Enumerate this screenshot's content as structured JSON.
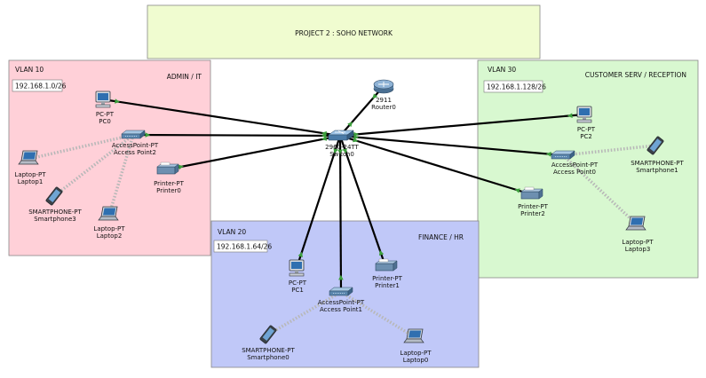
{
  "title": "PROJECT 2 : SOHO NETWORK",
  "areas": [
    {
      "id": "vlan10",
      "vlan": "VLAN 10",
      "subnet": "192.168.1.0/26",
      "dept": "ADMIN / IT",
      "fill": "#ffd0d8"
    },
    {
      "id": "vlan30",
      "vlan": "VLAN 30",
      "subnet": "192.168.1.128/26",
      "dept": "CUSTOMER SERV / RECEPTION",
      "fill": "#d8f8d0"
    },
    {
      "id": "vlan20",
      "vlan": "VLAN 20",
      "subnet": "192.168.1.64/26",
      "dept": "FINANCE / HR",
      "fill": "#c0c8f8"
    }
  ],
  "devices": [
    {
      "id": "router0",
      "type": "router",
      "model": "2911",
      "name": "Router0"
    },
    {
      "id": "switch0",
      "type": "switch",
      "model": "2960-24TT",
      "name": "Switch0"
    },
    {
      "id": "pc0",
      "type": "pc",
      "model": "PC-PT",
      "name": "PC0"
    },
    {
      "id": "ap2",
      "type": "ap",
      "model": "AccessPoint-PT",
      "name": "Access Point2"
    },
    {
      "id": "laptop1",
      "type": "laptop",
      "model": "Laptop-PT",
      "name": "Laptop1"
    },
    {
      "id": "phone3",
      "type": "phone",
      "model": "SMARTPHONE-PT",
      "name": "Smartphone3"
    },
    {
      "id": "laptop2",
      "type": "laptop",
      "model": "Laptop-PT",
      "name": "Laptop2"
    },
    {
      "id": "printer0",
      "type": "printer",
      "model": "Printer-PT",
      "name": "Printer0"
    },
    {
      "id": "pc2",
      "type": "pc",
      "model": "PC-PT",
      "name": "PC2"
    },
    {
      "id": "ap0",
      "type": "ap",
      "model": "AccessPoint-PT",
      "name": "Access Point0"
    },
    {
      "id": "phone1",
      "type": "phone",
      "model": "SMARTPHONE-PT",
      "name": "Smartphone1"
    },
    {
      "id": "printer2",
      "type": "printer",
      "model": "Printer-PT",
      "name": "Printer2"
    },
    {
      "id": "laptop3",
      "type": "laptop",
      "model": "Laptop-PT",
      "name": "Laptop3"
    },
    {
      "id": "pc1",
      "type": "pc",
      "model": "PC-PT",
      "name": "PC1"
    },
    {
      "id": "ap1",
      "type": "ap",
      "model": "AccessPoint-PT",
      "name": "Access Point1"
    },
    {
      "id": "printer1",
      "type": "printer",
      "model": "Printer-PT",
      "name": "Printer1"
    },
    {
      "id": "phone0",
      "type": "phone",
      "model": "SMARTPHONE-PT",
      "name": "Smartphone0"
    },
    {
      "id": "laptop0",
      "type": "laptop",
      "model": "Laptop-PT",
      "name": "Laptop0"
    }
  ],
  "wired_links": [
    [
      "switch0",
      "router0"
    ],
    [
      "switch0",
      "pc0"
    ],
    [
      "switch0",
      "ap2"
    ],
    [
      "switch0",
      "printer0"
    ],
    [
      "switch0",
      "pc2"
    ],
    [
      "switch0",
      "ap0"
    ],
    [
      "switch0",
      "printer2"
    ],
    [
      "switch0",
      "pc1"
    ],
    [
      "switch0",
      "ap1"
    ],
    [
      "switch0",
      "printer1"
    ]
  ],
  "wireless_links": [
    [
      "ap2",
      "laptop1"
    ],
    [
      "ap2",
      "phone3"
    ],
    [
      "ap2",
      "laptop2"
    ],
    [
      "ap0",
      "phone1"
    ],
    [
      "ap0",
      "laptop3"
    ],
    [
      "ap1",
      "phone0"
    ],
    [
      "ap1",
      "laptop0"
    ]
  ],
  "colors": {
    "title_fill": "#f0fcd0",
    "link": "#000000",
    "wireless": "#b8b8b8",
    "indicator": "#3ca03c"
  }
}
